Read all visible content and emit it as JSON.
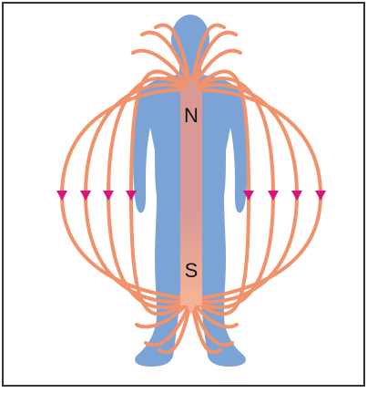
{
  "diagram": {
    "labels": {
      "north": "N",
      "south": "S"
    },
    "colors": {
      "body": "#7BA3D6",
      "field_line": "#F2926A",
      "arrow": "#E0107A",
      "magnet_top": "#D99A96",
      "magnet_bottom": "#F6B296",
      "border": "#333333"
    },
    "field_lines_per_side": 4,
    "arrow_direction": "down"
  }
}
